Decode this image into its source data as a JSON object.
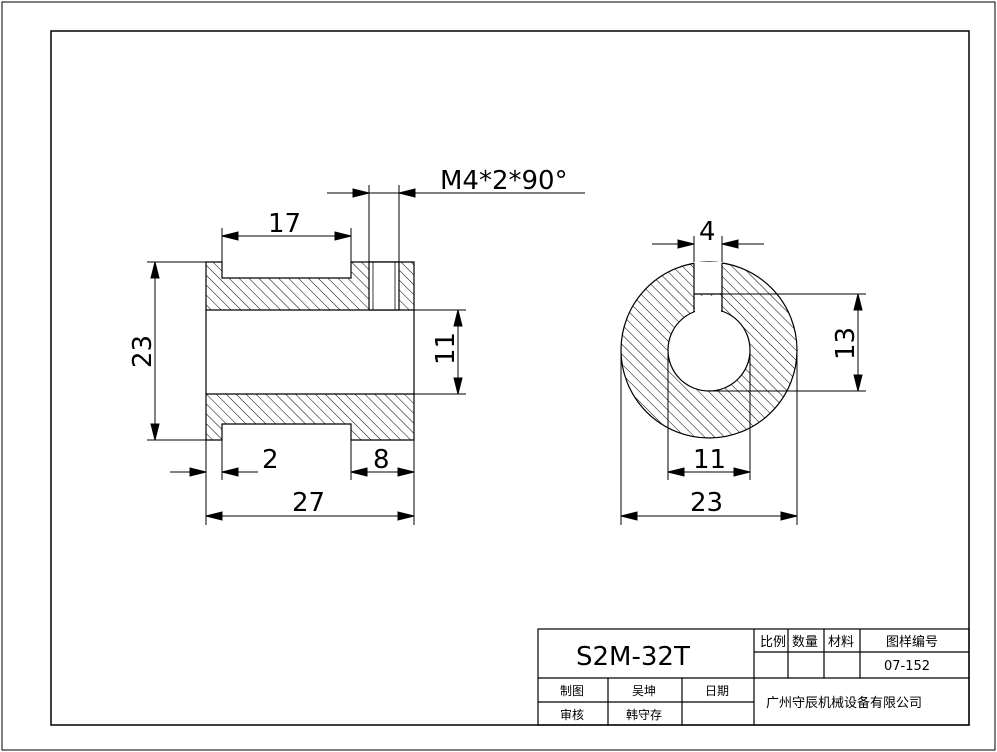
{
  "drawing": {
    "dimensions": {
      "thread_spec": "M4*2*90°",
      "hub_length": "17",
      "outer_diameter_side": "23",
      "bore_side": "11",
      "flange_width": "2",
      "hub_to_end": "8",
      "total_length": "27",
      "keyway_width": "4",
      "keyway_depth": "13",
      "bore_front": "11",
      "outer_diameter_front": "23"
    }
  },
  "title_block": {
    "part_number": "S2M-32T",
    "header_scale": "比例",
    "header_qty": "数量",
    "header_material": "材料",
    "header_drawing_no": "图样编号",
    "drawing_no": "07-152",
    "drawn_label": "制图",
    "drawn_by": "吴坤",
    "date_label": "日期",
    "checked_label": "审核",
    "checked_by": "韩守存",
    "company": "广州守辰机械设备有限公司"
  }
}
